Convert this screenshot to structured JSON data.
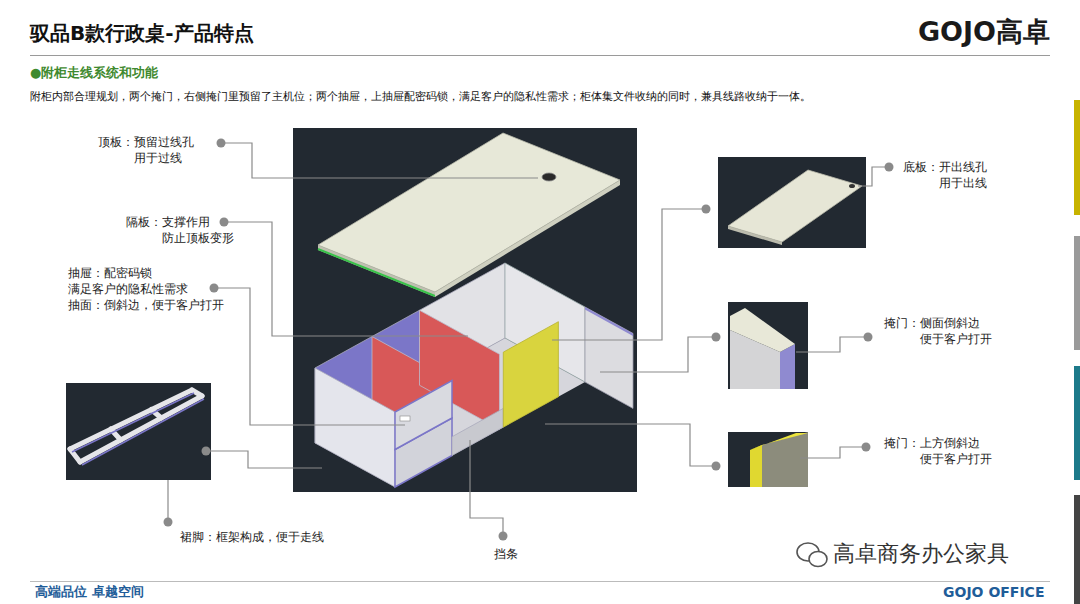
{
  "diagram": {
    "title": "驭品B款行政桌-产品特点",
    "labels": [
      "GOJO高卓",
      "●附柜走线系统和功能",
      "附柜内部合理规划，两个掩门，右侧掩门里预留了主机位；两个抽屉，上抽屉配密码锁，满足客户的隐私性需求；柜体集文件收纳的同时，兼具线路收纳于一体。",
      "顶板：预留过线孔 用于过线",
      "隔板：支撑作用 防止顶板变形",
      "抽屉：配密码锁 满足客户的隐私性需求",
      "抽面：倒斜边，便于客户打开",
      "裙脚：框架构成，便于走线",
      "挡条",
      "底板：开出线孔 用于出线",
      "掩门：侧面倒斜边 便于客户打开",
      "掩门：上方倒斜边 便于客户打开",
      "高卓商务办公家具",
      "高端品位 卓越空间",
      "GOJO OFFICE"
    ]
  }
}
